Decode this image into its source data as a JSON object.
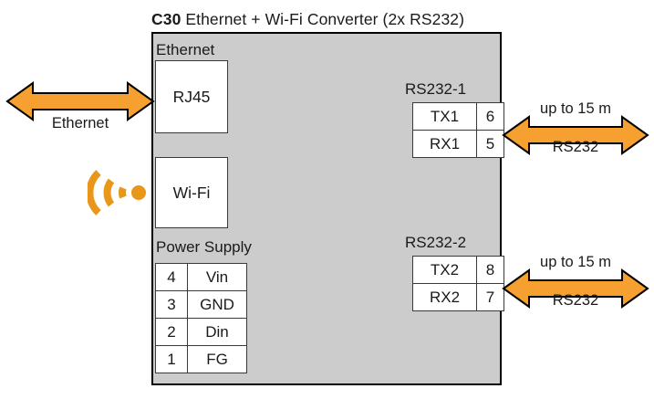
{
  "title": {
    "model": "C30",
    "description": " Ethernet + Wi-Fi Converter (2x RS232)"
  },
  "device": {
    "sections": {
      "ethernet_label": "Ethernet",
      "power_supply_label": "Power Supply",
      "rs232_1_label": "RS232-1",
      "rs232_2_label": "RS232-2"
    },
    "ports": {
      "rj45": "RJ45",
      "wifi": "Wi-Fi"
    },
    "power_supply": {
      "rows": [
        {
          "pin": "4",
          "signal": "Vin"
        },
        {
          "pin": "3",
          "signal": "GND"
        },
        {
          "pin": "2",
          "signal": "Din"
        },
        {
          "pin": "1",
          "signal": "FG"
        }
      ]
    },
    "rs232_1": {
      "rows": [
        {
          "signal": "TX1",
          "pin": "6"
        },
        {
          "signal": "RX1",
          "pin": "5"
        }
      ]
    },
    "rs232_2": {
      "rows": [
        {
          "signal": "TX2",
          "pin": "8"
        },
        {
          "signal": "RX2",
          "pin": "7"
        }
      ]
    }
  },
  "connections": {
    "ethernet": {
      "label": "Ethernet"
    },
    "rs232_1": {
      "distance": "up to 15 m",
      "protocol": "RS232"
    },
    "rs232_2": {
      "distance": "up to 15 m",
      "protocol": "RS232"
    }
  },
  "colors": {
    "arrow_fill": "#F5A030",
    "arrow_stroke": "#000000",
    "body_fill": "#CCCCCC",
    "body_stroke": "#000000",
    "wifi": "#E8971B",
    "text": "#1A1A1A"
  }
}
